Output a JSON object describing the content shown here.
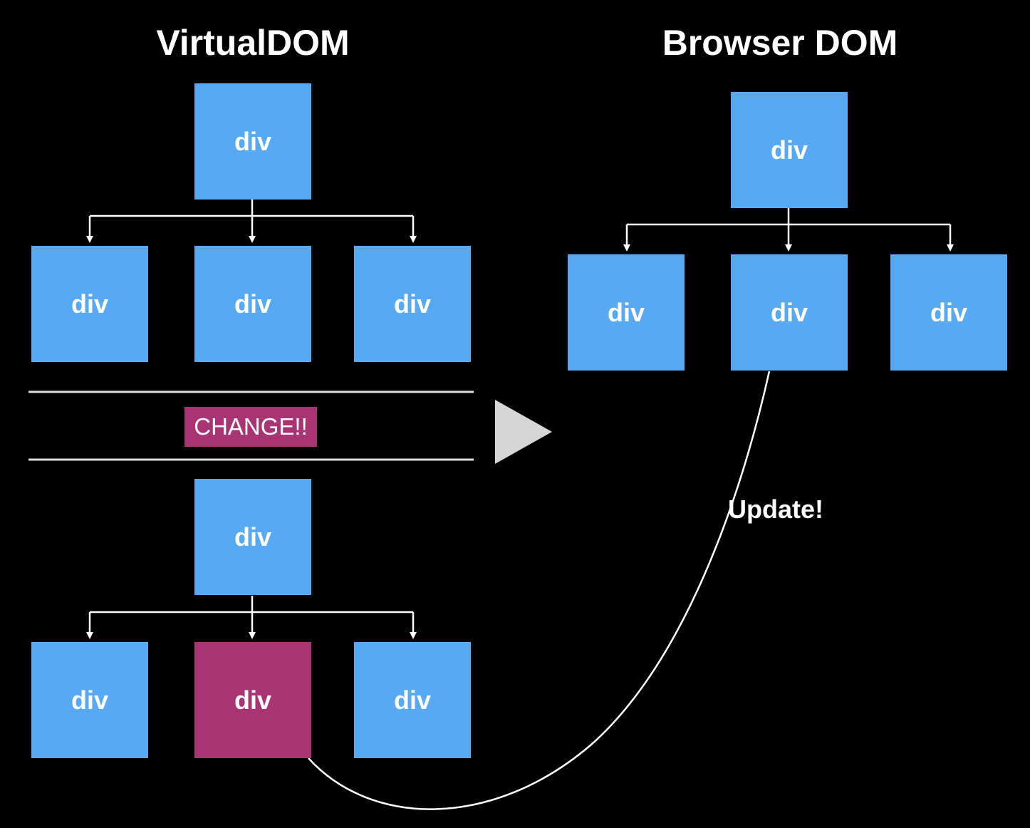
{
  "colors": {
    "background": "#000000",
    "node": "#57a9f4",
    "changed_node": "#a93473",
    "badge": "#a93473",
    "line": "#ffffff",
    "separator": "#dddddd",
    "play_icon": "#d6d6d6"
  },
  "virtual_dom": {
    "title": "VirtualDOM",
    "before": {
      "root": "div",
      "children": [
        "div",
        "div",
        "div"
      ]
    },
    "change_label": "CHANGE!!",
    "after": {
      "root": "div",
      "children": [
        "div",
        "div",
        "div"
      ],
      "changed_child_index": 1
    }
  },
  "browser_dom": {
    "title": "Browser DOM",
    "root": "div",
    "children": [
      "div",
      "div",
      "div"
    ]
  },
  "update_label": "Update!",
  "icons": {
    "play": "play-icon"
  }
}
